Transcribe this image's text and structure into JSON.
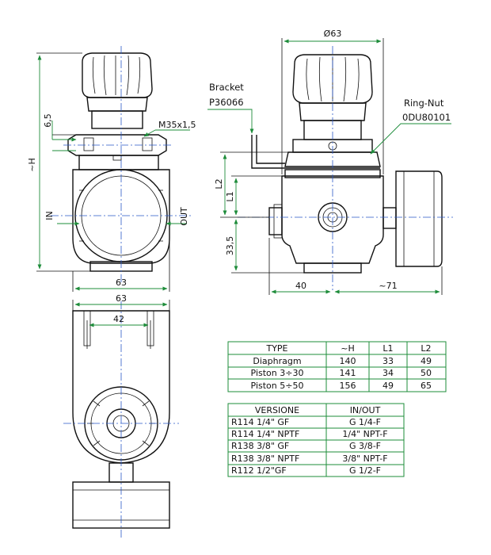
{
  "dimensions": {
    "height": "~H",
    "dim_6_5": "6,5",
    "thread": "M35x1,5",
    "in_label": "IN",
    "out_label": "OUT",
    "width_63_front": "63",
    "diameter": "Ø63",
    "l2": "L2",
    "l1": "L1",
    "dim_33_5": "33,5",
    "dim_40": "40",
    "dim_71": "~71",
    "width_63_bottom": "63",
    "dim_42": "42"
  },
  "callouts": {
    "bracket_line1": "Bracket",
    "bracket_line2": "P36066",
    "ringnut_line1": "Ring-Nut",
    "ringnut_line2": "0DU80101"
  },
  "type_table": {
    "headers": [
      "TYPE",
      "~H",
      "L1",
      "L2"
    ],
    "rows": [
      [
        "Diaphragm",
        "140",
        "33",
        "49"
      ],
      [
        "Piston 3÷30",
        "141",
        "34",
        "50"
      ],
      [
        "Piston 5÷50",
        "156",
        "49",
        "65"
      ]
    ]
  },
  "version_table": {
    "headers": [
      "VERSIONE",
      "IN/OUT"
    ],
    "rows": [
      [
        "R114 1/4\" GF",
        "G 1/4-F"
      ],
      [
        "R114 1/4\" NPTF",
        "1/4\" NPT-F"
      ],
      [
        "R138 3/8\" GF",
        "G 3/8-F"
      ],
      [
        "R138 3/8\" NPTF",
        "3/8\" NPT-F"
      ],
      [
        "R112 1/2\"GF",
        "G 1/2-F"
      ]
    ]
  },
  "colors": {
    "outline": "#111111",
    "dimension_lines": "#1e8c3a",
    "center_lines": "#2a58c8"
  }
}
